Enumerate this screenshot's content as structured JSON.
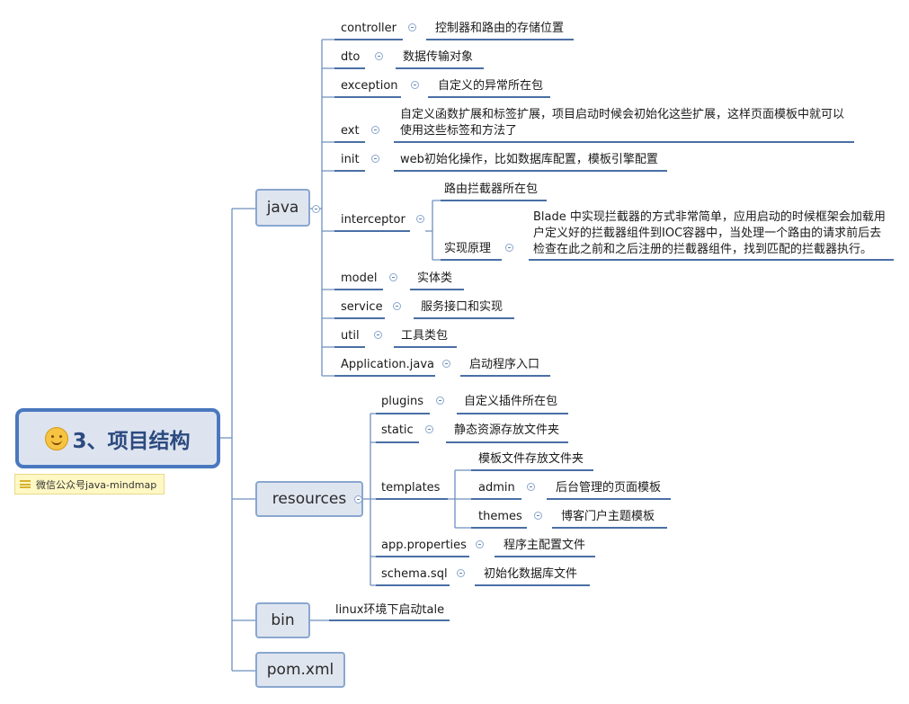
{
  "root": {
    "title": "3、项目结构",
    "emoji_icon": "smiley-face-icon"
  },
  "note": "微信公众号java-mindmap",
  "branches": {
    "java": {
      "label": "java",
      "children": {
        "controller": {
          "label": "controller",
          "desc": "控制器和路由的存储位置"
        },
        "dto": {
          "label": "dto",
          "desc": "数据传输对象"
        },
        "exception": {
          "label": "exception",
          "desc": "自定义的异常所在包"
        },
        "ext": {
          "label": "ext",
          "desc": "自定义函数扩展和标签扩展，项目启动时候会初始化这些扩展，这样页面模板中就可以使用这些标签和方法了"
        },
        "init": {
          "label": "init",
          "desc": "web初始化操作，比如数据库配置，模板引擎配置"
        },
        "interceptor": {
          "label": "interceptor",
          "sub1": "路由拦截器所在包",
          "sub2_label": "实现原理",
          "sub2_desc": "Blade 中实现拦截器的方式非常简单，应用启动的时候框架会加载用户定义好的拦截器组件到IOC容器中，当处理一个路由的请求前后去检查在此之前和之后注册的拦截器组件，找到匹配的拦截器执行。"
        },
        "model": {
          "label": "model",
          "desc": "实体类"
        },
        "service": {
          "label": "service",
          "desc": "服务接口和实现"
        },
        "util": {
          "label": "util",
          "desc": "工具类包"
        },
        "application": {
          "label": "Application.java",
          "desc": "启动程序入口"
        }
      }
    },
    "resources": {
      "label": "resources",
      "children": {
        "plugins": {
          "label": "plugins",
          "desc": "自定义插件所在包"
        },
        "static": {
          "label": "static",
          "desc": "静态资源存放文件夹"
        },
        "templates": {
          "label": "templates",
          "desc": "模板文件存放文件夹",
          "admin_label": "admin",
          "admin_desc": "后台管理的页面模板",
          "themes_label": "themes",
          "themes_desc": "博客门户主题模板"
        },
        "app_properties": {
          "label": "app.properties",
          "desc": "程序主配置文件"
        },
        "schema": {
          "label": "schema.sql",
          "desc": "初始化数据库文件"
        }
      }
    },
    "bin": {
      "label": "bin",
      "desc": "linux环境下启动tale"
    },
    "pom": {
      "label": "pom.xml"
    }
  },
  "colors": {
    "line": "#6e8fbf",
    "underline": "#4a6fa5",
    "root_border": "#4a78bf"
  }
}
